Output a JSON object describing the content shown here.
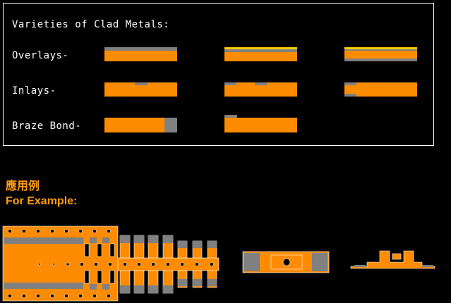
{
  "panel": {
    "title": "Varieties of Clad Metals:",
    "rows": [
      {
        "label": "Overlays-"
      },
      {
        "label": "Inlays-"
      },
      {
        "label": "Braze Bond-"
      }
    ]
  },
  "heading_cjk": "應用例",
  "heading_en": "For Example:",
  "colors": {
    "clad_base": "#ff8c00",
    "clad_layer": "#808080",
    "overlay_top": "#ffcc00",
    "heading": "#ff9d14"
  }
}
